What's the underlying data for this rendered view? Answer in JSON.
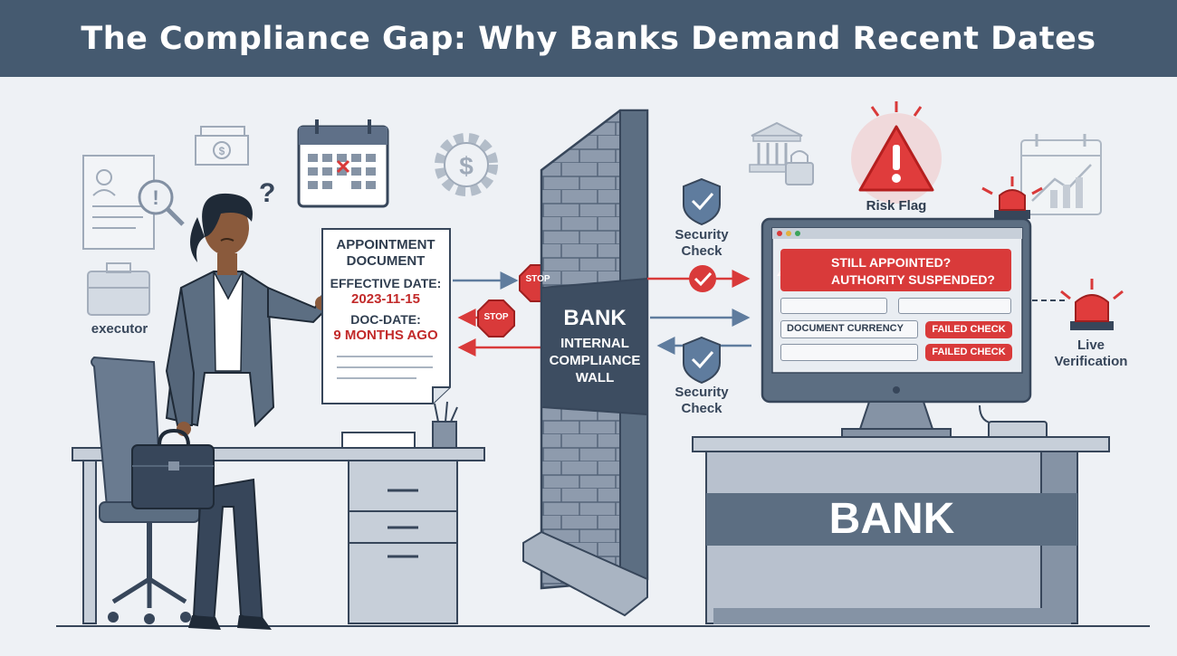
{
  "title": "The Compliance Gap:  Why Banks Demand Recent Dates",
  "left": {
    "executor_label": "executor",
    "question_mark": "?"
  },
  "document": {
    "title_line1": "APPOINTMENT",
    "title_line2": "DOCUMENT",
    "effective_label": "EFFECTIVE DATE:",
    "effective_value": "2023-11-15",
    "docdate_label": "DOC-DATE:",
    "docdate_value": "9 MONTHS AGO"
  },
  "stop_signs": [
    "STOP",
    "STOP"
  ],
  "wall": {
    "line1": "BANK",
    "line2": "INTERNAL",
    "line3": "COMPLIANCE",
    "line4": "WALL"
  },
  "security_checks": [
    {
      "line1": "Security",
      "line2": "Check"
    },
    {
      "line1": "Security",
      "line2": "Check"
    }
  ],
  "risk_flag_label": "Risk Flag",
  "screen": {
    "alert_line1": "STILL APPOINTED?",
    "alert_line2": "AUTHORITY SUSPENDED?",
    "row_label": "DOCUMENT CURRENCY",
    "failed_1": "FAILED CHECK",
    "failed_2": "FAILED CHECK"
  },
  "live_verification": {
    "line1": "Live",
    "line2": "Verification"
  },
  "desk_label": "BANK",
  "colors": {
    "banner": "#455a70",
    "background": "#eef1f5",
    "alert_red": "#d93a3a",
    "outline": "#37465a",
    "wall": "#7d8ca0"
  }
}
